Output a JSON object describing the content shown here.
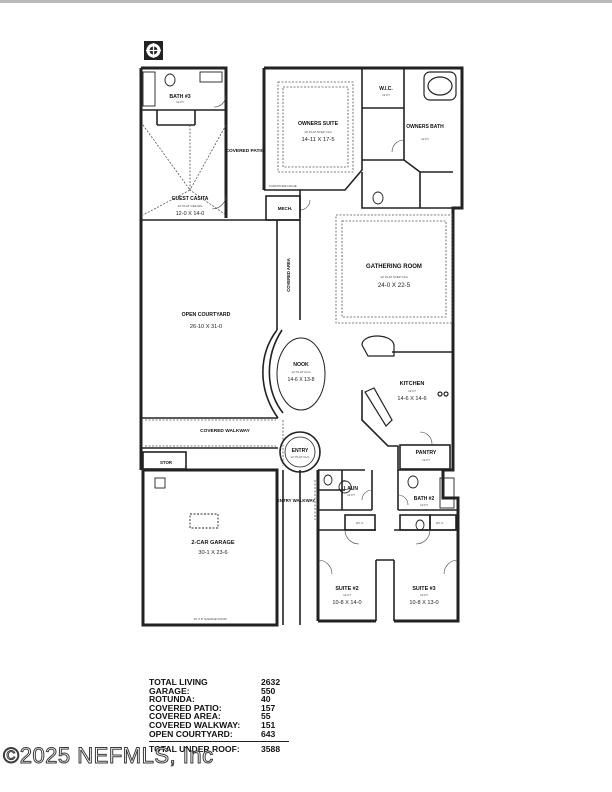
{
  "rooms": {
    "bath3": "BATH #3",
    "bath3_sub": "12 FT",
    "covered_patio": "COVERED PATIO",
    "guest_casita": "GUEST CASITA",
    "guest_casita_sub": "10' PLAT CEILING",
    "guest_casita_dim": "12-0 X 14-0",
    "owners_suite": "OWNERS SUITE",
    "owners_suite_sub": "10' PLAT STEP CLG",
    "owners_suite_dim": "14-11 X 17-5",
    "wic": "W.I.C.",
    "wic_sub": "12 FT",
    "owners_bath": "OWNERS BATH",
    "owners_bath_sub": "12 FT",
    "furniture_niche": "FURNITURE NICHE",
    "mech": "MECH.",
    "gathering_room": "GATHERING ROOM",
    "gathering_room_sub": "12' PLAT STEP CLG",
    "gathering_room_dim": "24-0 X 22-5",
    "covered_area": "COVERED AREA",
    "open_courtyard": "OPEN COURTYARD",
    "open_courtyard_dim": "26-10 X 31-0",
    "nook": "NOOK",
    "nook_sub": "12' PLAT CLG",
    "nook_dim": "14-6 X 13-8",
    "kitchen": "KITCHEN",
    "kitchen_sub": "12 FT",
    "kitchen_dim": "14-6 X 14-6",
    "covered_walkway": "COVERED WALKWAY",
    "stor": "STOR",
    "entry": "ENTRY",
    "entry_sub": "12' PLAT CLG",
    "pantry": "PANTRY",
    "pantry_sub": "12 FT",
    "laun": "LAUN",
    "laun_sub": "12 FT",
    "bath2": "BATH #2",
    "bath2_sub": "12 FT",
    "garage": "2-CAR GARAGE",
    "garage_dim": "30-1 X 23-6",
    "entry_walkway": "ENTRY WALKWAY",
    "wic2": "W.I.C.",
    "wic3": "W.I.C.",
    "suite2": "SUITE #2",
    "suite2_sub": "12 FT",
    "suite2_dim": "10-8 X 14-0",
    "suite3": "SUITE #3",
    "suite3_sub": "12 FT",
    "suite3_dim": "10-8 X 13-0",
    "garage_door": "16' X 8' GARAGE DOOR"
  },
  "stats": [
    {
      "label": "TOTAL LIVING",
      "value": "2632"
    },
    {
      "label": "GARAGE:",
      "value": "550"
    },
    {
      "label": "ROTUNDA:",
      "value": "40"
    },
    {
      "label": "COVERED PATIO:",
      "value": "157"
    },
    {
      "label": "COVERED AREA:",
      "value": "55"
    },
    {
      "label": "COVERED WALKWAY:",
      "value": "151"
    },
    {
      "label": "OPEN COURTYARD:",
      "value": "643"
    }
  ],
  "total": {
    "label": "TOTAL UNDER ROOF:",
    "value": "3588"
  },
  "watermark": "©2025 NEFMLS, Inc"
}
